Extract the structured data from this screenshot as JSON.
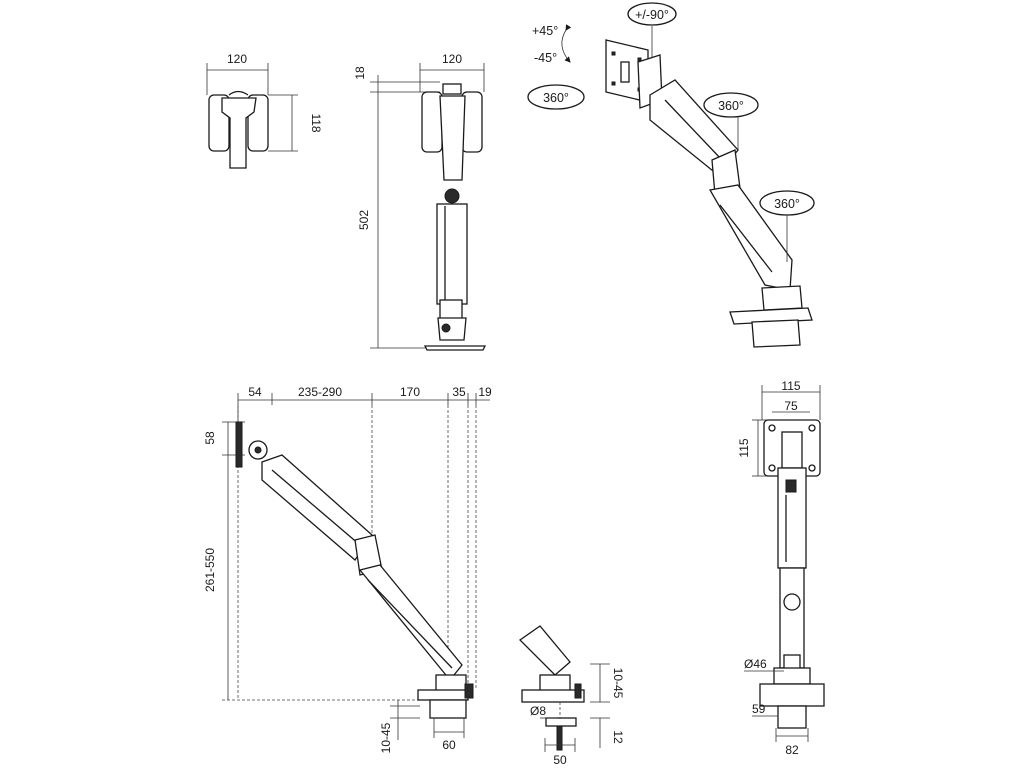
{
  "views": {
    "top": {
      "width": "120",
      "height": "118"
    },
    "side": {
      "width": "120",
      "top_offset": "18",
      "height": "502"
    },
    "iso": {
      "tilt_up": "+45°",
      "tilt_down": "-45°",
      "rotation": "+/-90°",
      "swivel_head": "360°",
      "swivel_mid": "360°",
      "swivel_base": "360°"
    },
    "profile": {
      "d54": "54",
      "d235": "235-290",
      "d170": "170",
      "d35": "35",
      "d19": "19",
      "h58": "58",
      "h261": "261-550",
      "h1045": "10-45",
      "w60": "60"
    },
    "clamp": {
      "h1045": "10-45",
      "d8": "Ø8",
      "h12": "12",
      "w50": "50"
    },
    "front": {
      "w115": "115",
      "w75": "75",
      "h115": "115",
      "d46": "Ø46",
      "w59": "59",
      "w82": "82"
    }
  }
}
